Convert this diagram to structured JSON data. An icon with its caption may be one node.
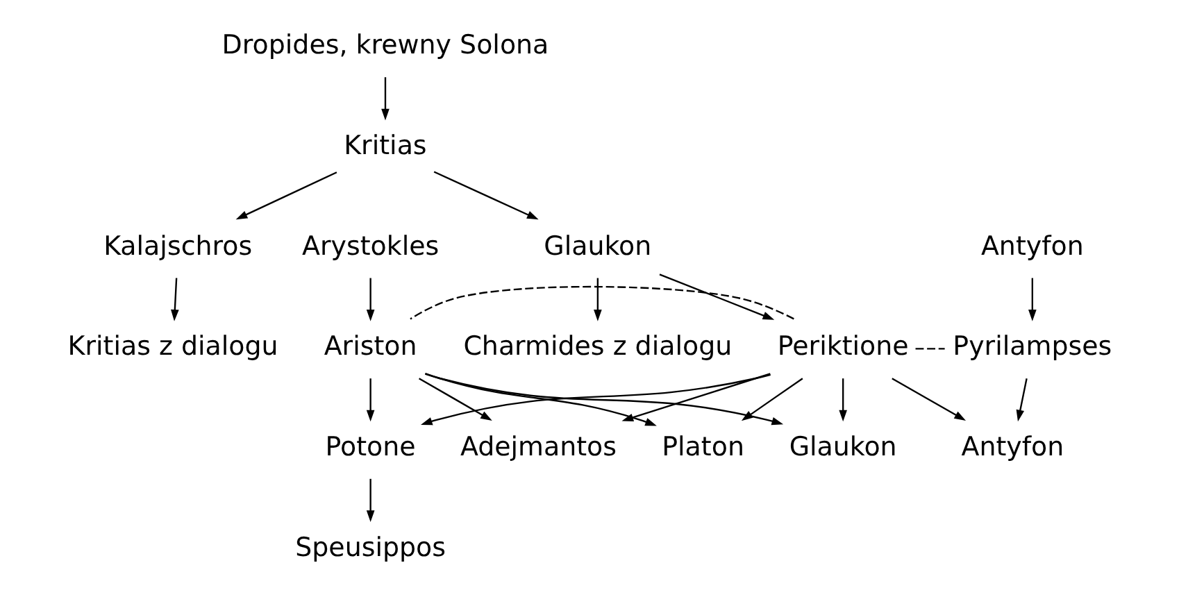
{
  "diagram": {
    "nodes": [
      {
        "text": [
          "Dropides, krewny Solona"
        ]
      },
      {
        "text": [
          "Kritias"
        ]
      },
      {
        "text": [
          "Kalajschros"
        ]
      },
      {
        "text": [
          "Glaukon"
        ]
      },
      {
        "text": [
          "Arystokles"
        ]
      },
      {
        "text": [
          "Antyfon"
        ]
      },
      {
        "text": [
          "Kritias z dialogu"
        ]
      },
      {
        "text": [
          "Charmides z dialogu"
        ]
      },
      {
        "text": [
          "Periktione"
        ]
      },
      {
        "text": [
          "Ariston"
        ]
      },
      {
        "text": [
          "Pyrilampses"
        ]
      },
      {
        "text": [
          "Adejmantos"
        ]
      },
      {
        "text": [
          "Platon"
        ]
      },
      {
        "text": [
          "Glaukon"
        ]
      },
      {
        "text": [
          "Potone"
        ]
      },
      {
        "text": [
          "Antyfon"
        ]
      },
      {
        "text": [
          "Speusippos"
        ]
      }
    ],
    "edges": [
      {
        "from": 0,
        "to": 1,
        "arrow": "to"
      },
      {
        "from": 1,
        "to": 2,
        "arrow": "to"
      },
      {
        "from": 1,
        "to": 3,
        "arrow": "to"
      },
      {
        "from": 2,
        "to": 6,
        "arrow": "to"
      },
      {
        "from": 3,
        "to": 7,
        "arrow": "to"
      },
      {
        "from": 3,
        "to": 8,
        "arrow": "to"
      },
      {
        "from": 4,
        "to": 9,
        "arrow": "to"
      },
      {
        "from": 5,
        "to": 10,
        "arrow": "to"
      },
      {
        "from": 8,
        "to": 9,
        "arrow": "none",
        "style": "dashed"
      },
      {
        "from": 8,
        "to": 10,
        "arrow": "none",
        "style": "dashed"
      },
      {
        "from": 8,
        "to": 11,
        "arrow": "to"
      },
      {
        "from": 9,
        "to": 11,
        "arrow": "to"
      },
      {
        "from": 8,
        "to": 12,
        "arrow": "to"
      },
      {
        "from": 9,
        "to": 12,
        "arrow": "to"
      },
      {
        "from": 8,
        "to": 13,
        "arrow": "to"
      },
      {
        "from": 9,
        "to": 13,
        "arrow": "to"
      },
      {
        "from": 8,
        "to": 14,
        "arrow": "to"
      },
      {
        "from": 9,
        "to": 14,
        "arrow": "to"
      },
      {
        "from": 8,
        "to": 15,
        "arrow": "to"
      },
      {
        "from": 10,
        "to": 15,
        "arrow": "to"
      },
      {
        "from": 14,
        "to": 16,
        "arrow": "to"
      }
    ]
  }
}
